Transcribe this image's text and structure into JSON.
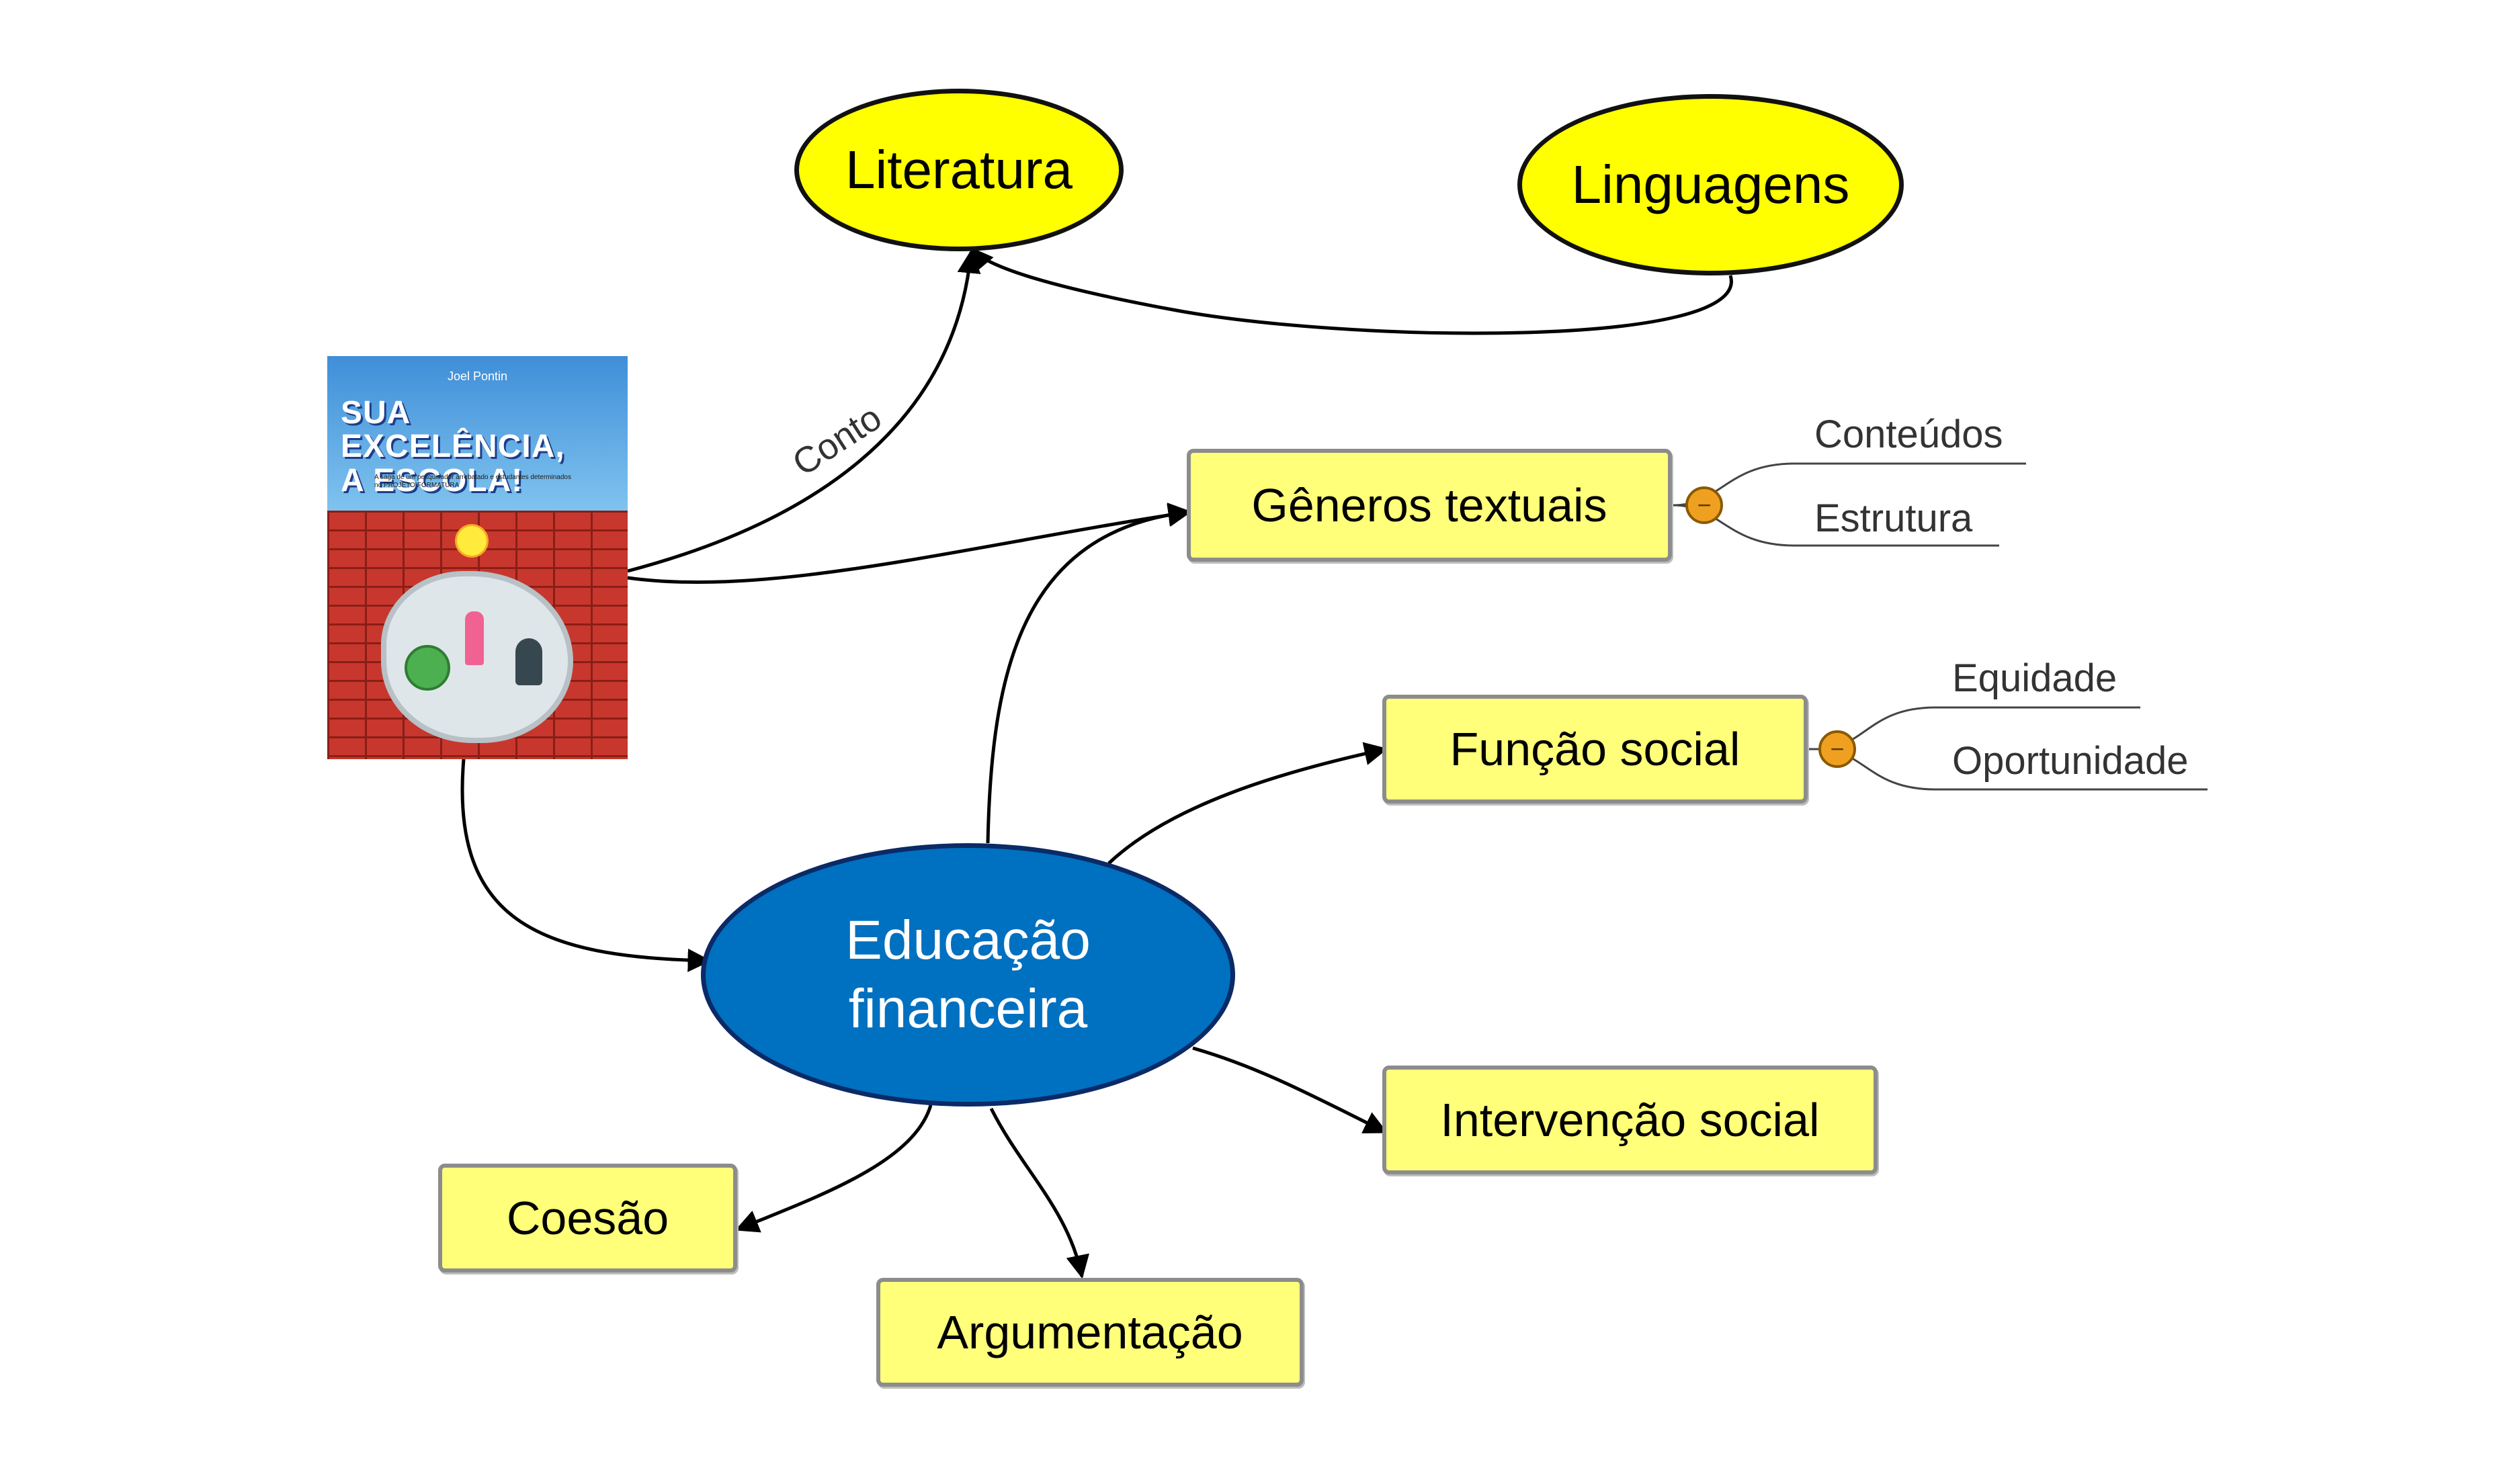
{
  "nodes": {
    "literatura": "Literatura",
    "linguagens": "Linguagens",
    "educacao_line1": "Educação",
    "educacao_line2": "financeira",
    "generos": "Gêneros textuais",
    "funcao": "Função social",
    "intervencao": "Intervenção social",
    "coesao": "Coesão",
    "argumentacao": "Argumentação"
  },
  "edge_labels": {
    "conto": "Conto"
  },
  "subtopics": {
    "generos": [
      "Conteúdos",
      "Estrutura"
    ],
    "funcao": [
      "Equidade",
      "Oportunidade"
    ],
    "collapse_symbol": "−"
  },
  "book": {
    "author": "Joel Pontin",
    "title_line1": "SUA EXCELÊNCIA,",
    "title_line2": "A ESCOLA!",
    "subtitle": "A saga de um pesquisador arrebatado e estudantes determinados no PROJETO FORMATURA"
  },
  "colors": {
    "yellow_ellipse": "#ffff00",
    "blue_ellipse": "#0070c0",
    "box_fill": "#ffff7a",
    "box_border": "#8c8c8c",
    "collapse_button": "#f0a020"
  }
}
